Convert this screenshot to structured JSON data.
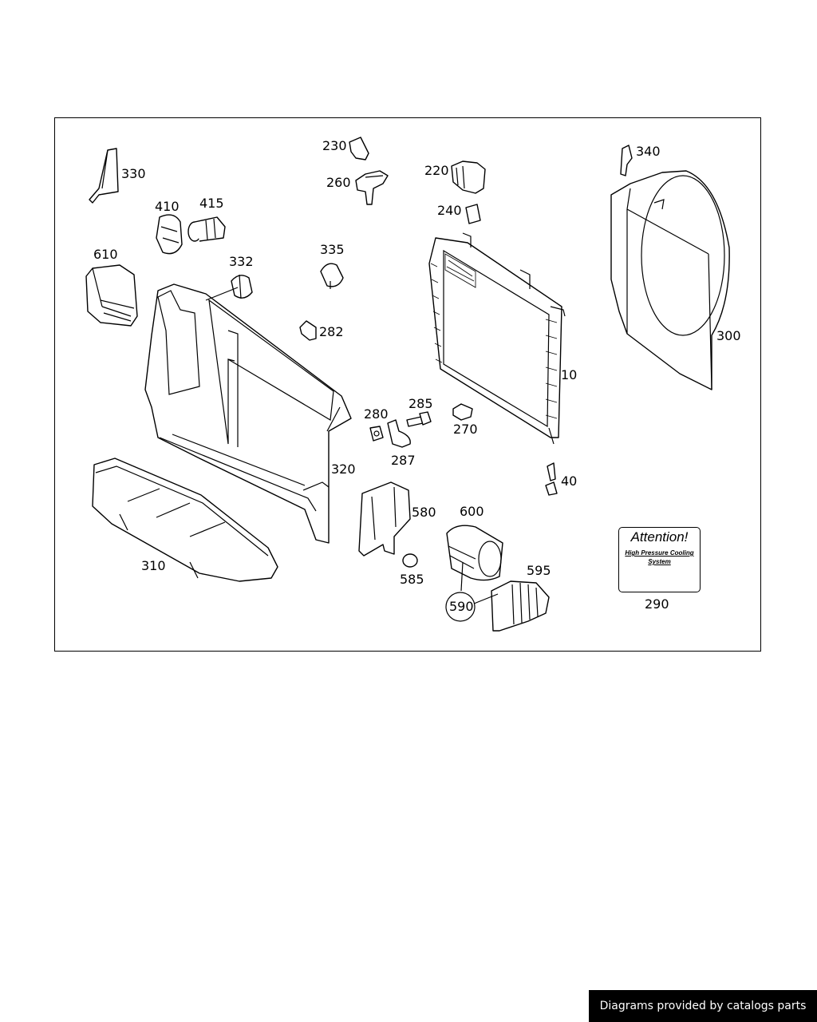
{
  "callouts": [
    {
      "id": "330",
      "text": "330"
    },
    {
      "id": "410",
      "text": "410"
    },
    {
      "id": "415",
      "text": "415"
    },
    {
      "id": "610",
      "text": "610"
    },
    {
      "id": "332",
      "text": "332"
    },
    {
      "id": "230",
      "text": "230"
    },
    {
      "id": "260",
      "text": "260"
    },
    {
      "id": "335",
      "text": "335"
    },
    {
      "id": "282",
      "text": "282"
    },
    {
      "id": "220",
      "text": "220"
    },
    {
      "id": "240",
      "text": "240"
    },
    {
      "id": "340",
      "text": "340"
    },
    {
      "id": "300",
      "text": "300"
    },
    {
      "id": "10",
      "text": "10"
    },
    {
      "id": "285",
      "text": "285"
    },
    {
      "id": "280",
      "text": "280"
    },
    {
      "id": "270",
      "text": "270"
    },
    {
      "id": "287",
      "text": "287"
    },
    {
      "id": "320",
      "text": "320"
    },
    {
      "id": "40",
      "text": "40"
    },
    {
      "id": "580",
      "text": "580"
    },
    {
      "id": "600",
      "text": "600"
    },
    {
      "id": "310",
      "text": "310"
    },
    {
      "id": "585",
      "text": "585"
    },
    {
      "id": "595",
      "text": "595"
    },
    {
      "id": "590",
      "text": "590"
    },
    {
      "id": "290",
      "text": "290"
    }
  ],
  "attention_label": {
    "title": "Attention!",
    "subtitle": "High Pressure Cooling System"
  },
  "footer": {
    "text": "Diagrams provided by catalogs parts"
  }
}
